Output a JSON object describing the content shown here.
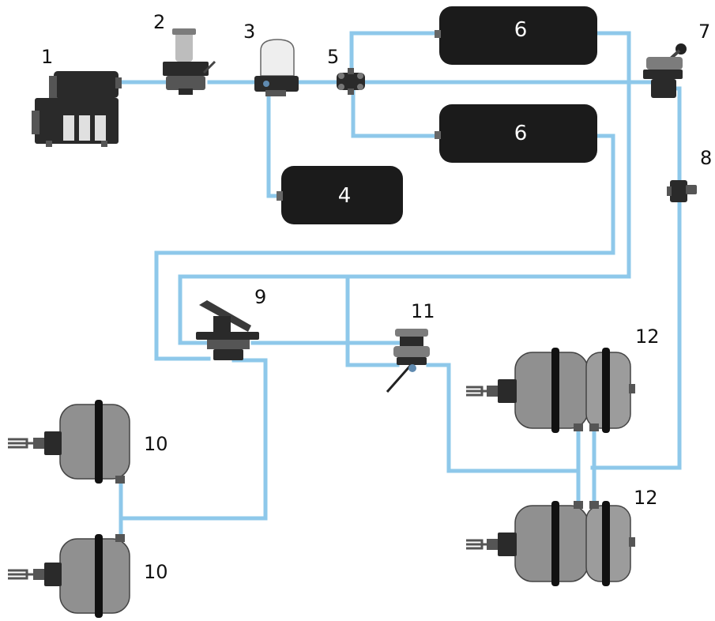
{
  "colors": {
    "pipe": "#8ec8ea",
    "tank": "#1b1b1b",
    "chamber": "#909090",
    "band": "#111111"
  },
  "components": {
    "compressor": {
      "label": "1"
    },
    "governor": {
      "label": "2"
    },
    "air_dryer": {
      "label": "3"
    },
    "tank_small": {
      "label": "4",
      "text": "4"
    },
    "protection_valve": {
      "label": "5"
    },
    "tank_upper": {
      "label": "6",
      "text": "6"
    },
    "tank_lower": {
      "label": "6",
      "text": "6"
    },
    "hand_brake_valve": {
      "label": "7"
    },
    "relay_valve_small": {
      "label": "8"
    },
    "foot_brake_valve": {
      "label": "9"
    },
    "front_chamber_upper": {
      "label": "10"
    },
    "front_chamber_lower": {
      "label": "10"
    },
    "relay_valve": {
      "label": "11"
    },
    "spring_chamber_upper": {
      "label": "12"
    },
    "spring_chamber_lower": {
      "label": "12"
    }
  }
}
